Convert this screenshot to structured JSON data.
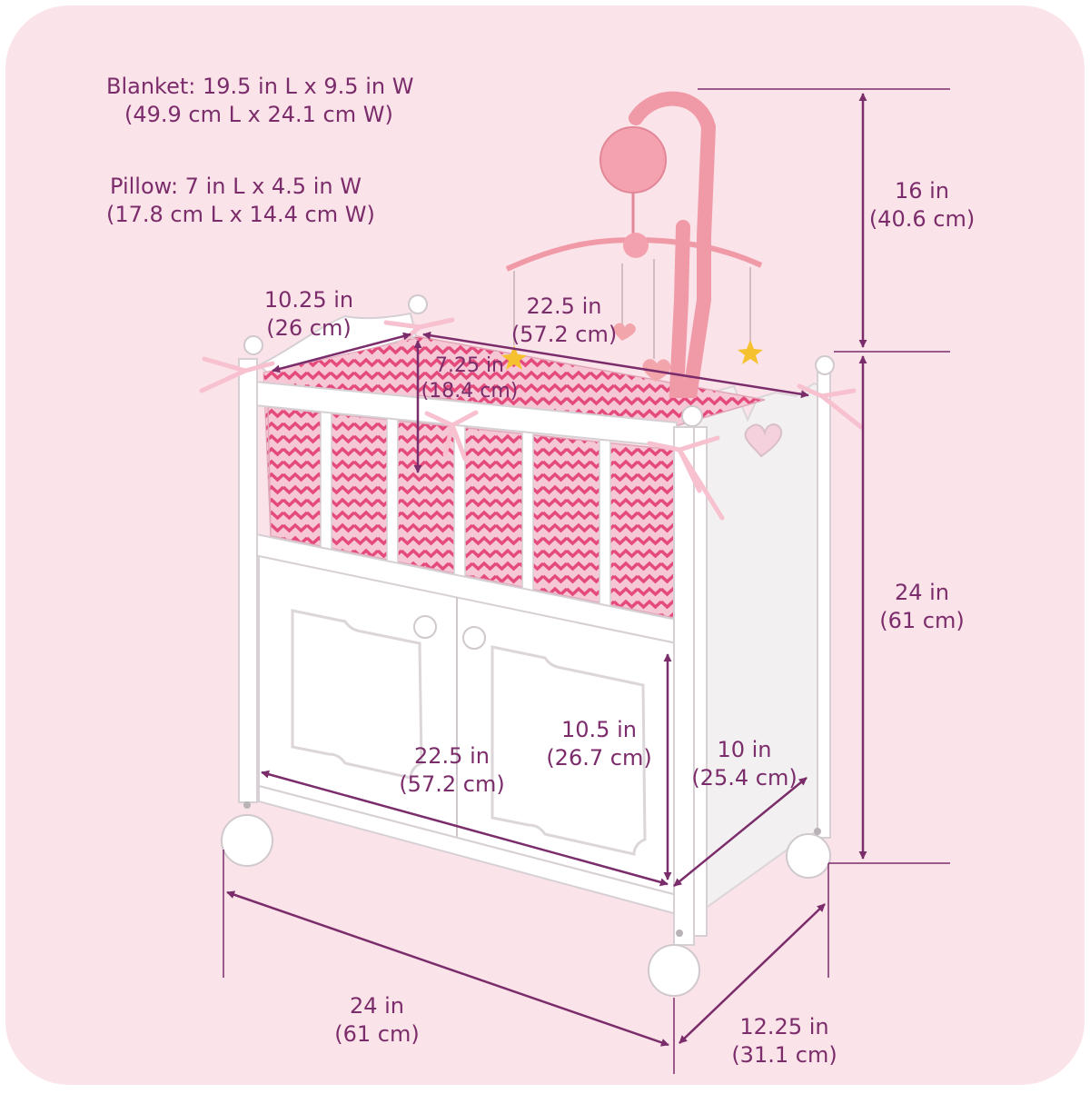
{
  "specs": {
    "blanket": {
      "line1": "Blanket: 19.5 in L x 9.5 in W",
      "line2": "(49.9 cm L x 24.1 cm W)"
    },
    "pillow": {
      "line1": "Pillow: 7 in L x 4.5 in W",
      "line2": "(17.8 cm L x 14.4 cm W)"
    }
  },
  "dimensions": {
    "mobile_height": {
      "imperial": "16 in",
      "metric": "(40.6 cm)"
    },
    "crib_height": {
      "imperial": "24 in",
      "metric": "(61 cm)"
    },
    "top_width": {
      "imperial": "10.25 in",
      "metric": "(26 cm)"
    },
    "top_length": {
      "imperial": "22.5 in",
      "metric": "(57.2 cm)"
    },
    "rail_height": {
      "imperial": "7.25 in",
      "metric": "(18.4 cm)"
    },
    "cabinet_length": {
      "imperial": "22.5 in",
      "metric": "(57.2 cm)"
    },
    "cabinet_height": {
      "imperial": "10.5 in",
      "metric": "(26.7 cm)"
    },
    "cabinet_depth": {
      "imperial": "10 in",
      "metric": "(25.4 cm)"
    },
    "base_length": {
      "imperial": "24 in",
      "metric": "(61 cm)"
    },
    "base_depth": {
      "imperial": "12.25 in",
      "metric": "(31.1 cm)"
    }
  },
  "colors": {
    "background": "#fbe3ea",
    "dimension_line": "#7b2c6a",
    "bedding_pink": "#e54a7c",
    "mobile_pink": "#f09aa8",
    "furniture_white": "#ffffff"
  }
}
